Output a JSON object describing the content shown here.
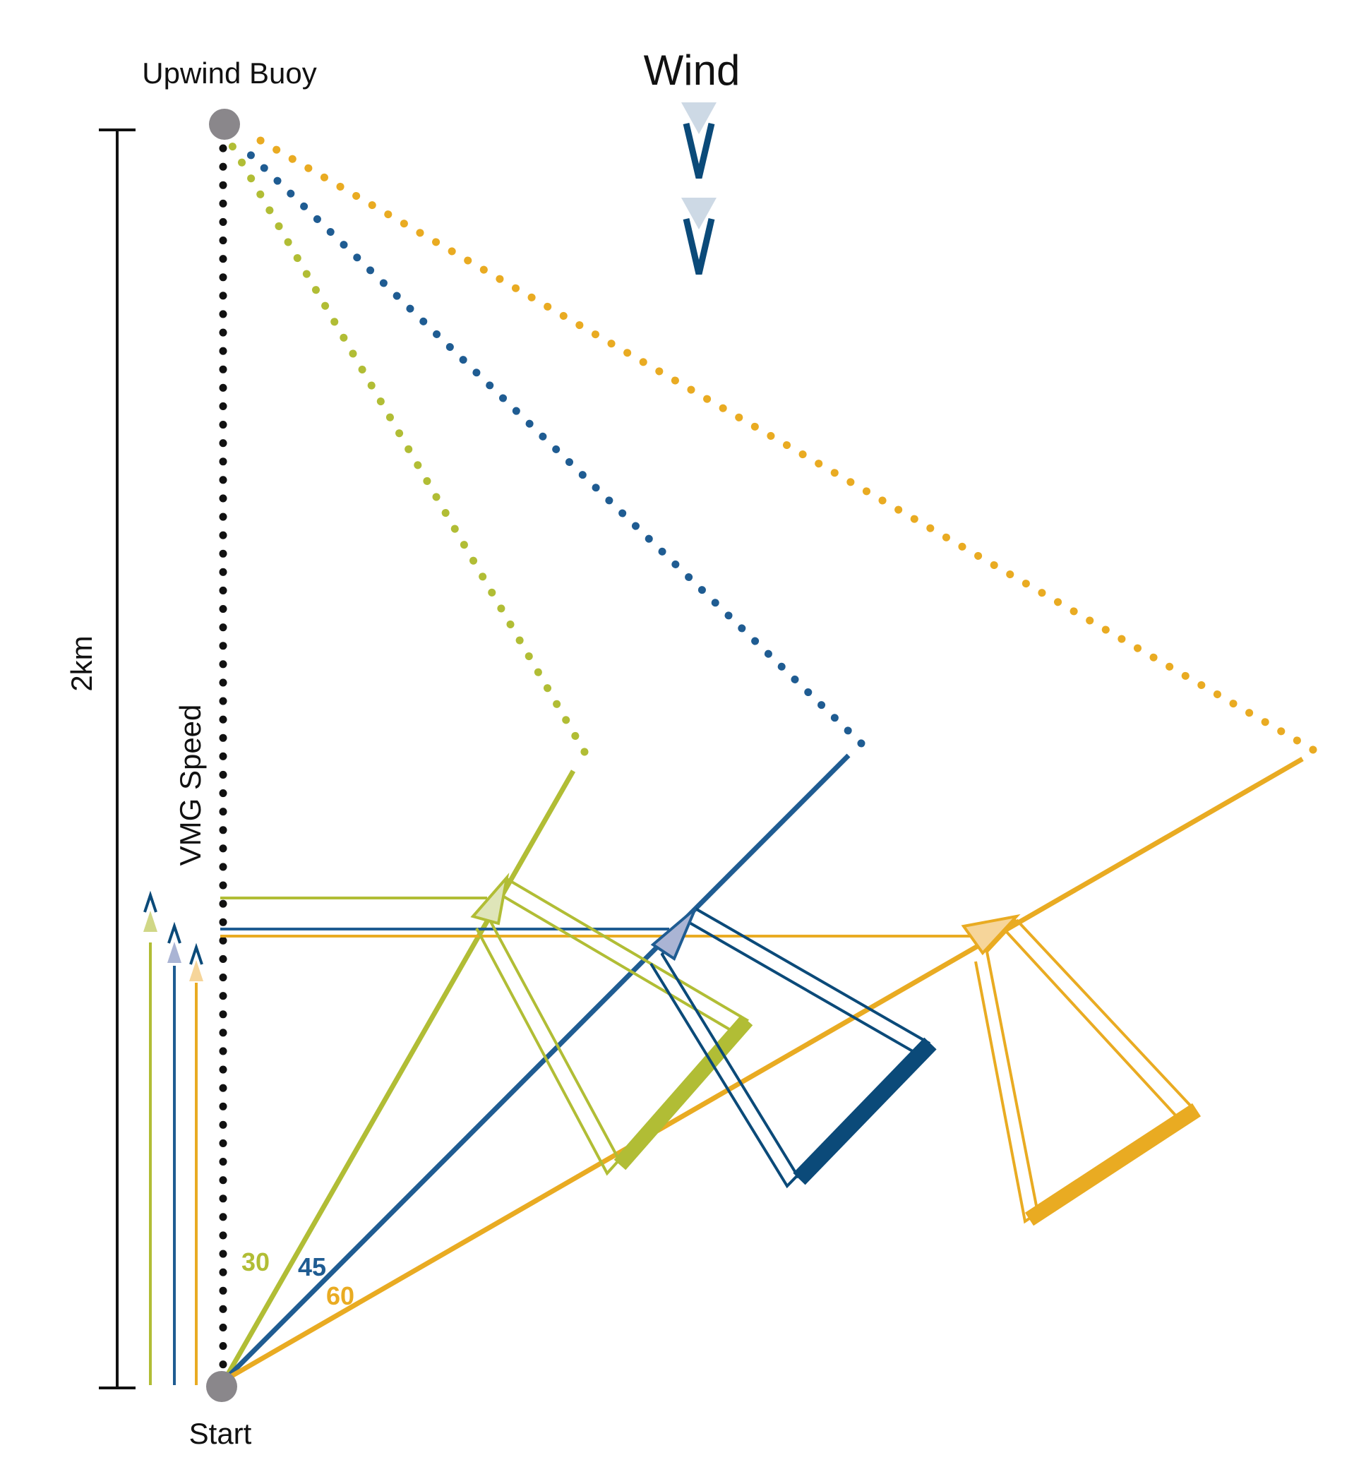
{
  "labels": {
    "upwind_buoy": "Upwind Buoy",
    "wind": "Wind",
    "start": "Start",
    "distance": "2km",
    "vmg": "VMG Speed"
  },
  "colors": {
    "green": "#b1bd35",
    "blue": "#1f5c92",
    "navy": "#0b4a79",
    "orange": "#e9ab22",
    "dot_black": "#111111",
    "buoy_gray": "#8a878b",
    "light_green": "#dfe5b9",
    "light_blue": "#aab4d4",
    "light_orange": "#f6d59a",
    "wind_light": "#cdd9e5"
  },
  "courses": [
    {
      "angle_label": "30",
      "color_key": "green"
    },
    {
      "angle_label": "45",
      "color_key": "blue"
    },
    {
      "angle_label": "60",
      "color_key": "orange"
    }
  ]
}
